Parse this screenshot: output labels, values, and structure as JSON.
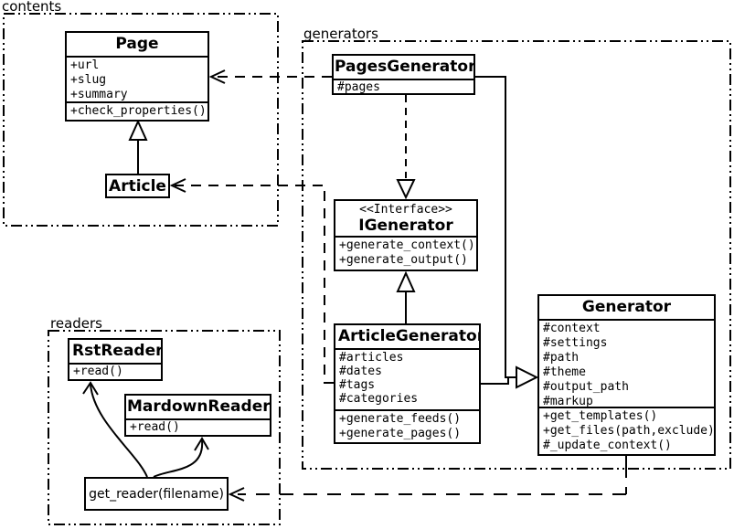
{
  "diagram": {
    "kind": "uml-class-diagram",
    "stroke_color": "#000000",
    "background_color": "#ffffff"
  },
  "packages": {
    "contents": {
      "label": "contents"
    },
    "generators": {
      "label": "generators"
    },
    "readers": {
      "label": "readers"
    }
  },
  "classes": {
    "page": {
      "title": "Page",
      "attributes": [
        "+url",
        "+slug",
        "+summary"
      ],
      "methods": [
        "+check_properties()"
      ]
    },
    "article": {
      "title": "Article"
    },
    "pages_generator": {
      "title": "PagesGenerator",
      "attributes": [
        "#pages"
      ]
    },
    "igenerator": {
      "stereotype": "<<Interface>>",
      "title": "IGenerator",
      "methods": [
        "+generate_context()",
        "+generate_output()"
      ]
    },
    "article_generator": {
      "title": "ArticleGenerator",
      "attributes": [
        "#articles",
        "#dates",
        "#tags",
        "#categories"
      ],
      "methods": [
        "+generate_feeds()",
        "+generate_pages()"
      ]
    },
    "generator": {
      "title": "Generator",
      "attributes": [
        "#context",
        "#settings",
        "#path",
        "#theme",
        "#output_path",
        "#markup"
      ],
      "methods": [
        "+get_templates()",
        "+get_files(path,exclude)",
        "#_update_context()"
      ]
    },
    "rst_reader": {
      "title": "RstReader",
      "methods": [
        "+read()"
      ]
    },
    "mardown_reader": {
      "title": "MardownReader",
      "methods": [
        "+read()"
      ]
    },
    "get_reader": {
      "label": "get_reader(filename)"
    }
  }
}
